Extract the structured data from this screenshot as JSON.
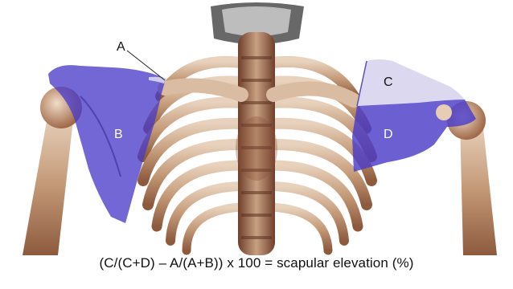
{
  "figure": {
    "labels": {
      "a": "A",
      "b": "B",
      "c": "C",
      "d": "D"
    },
    "formula": "(C/(C+D) – A/(A+B)) x 100 = scapular elevation (%)"
  },
  "colors": {
    "bone_dark": "#7a4a33",
    "bone_mid": "#b07e5c",
    "bone_light": "#e3cbb3",
    "region_purple": "#4a3cc8",
    "region_light": "#d9d6ef"
  }
}
